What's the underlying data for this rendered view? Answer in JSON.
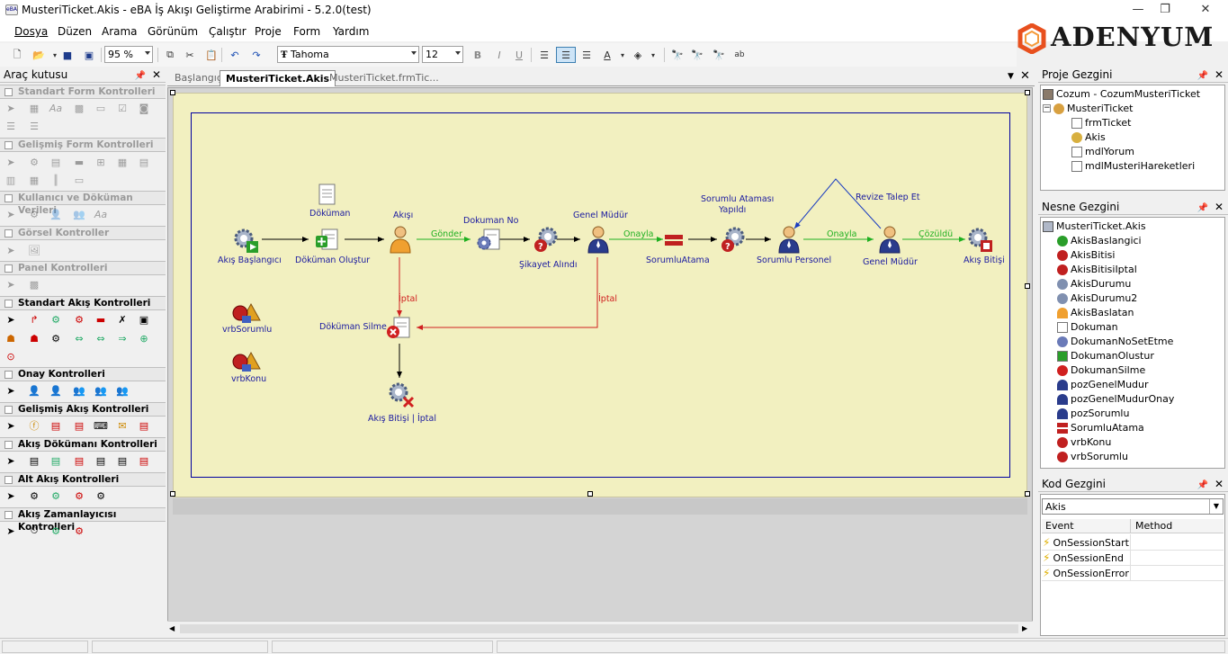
{
  "window": {
    "title": "MusteriTicket.Akis - eBA İş Akışı Geliştirme Arabirimi - 5.2.0(test)",
    "app_icon": "eBA",
    "buttons": {
      "minimize": "—",
      "restore": "❐",
      "close": "✕"
    }
  },
  "menu": [
    "Dosya",
    "Düzen",
    "Arama",
    "Görünüm",
    "Çalıştır",
    "Proje",
    "Form",
    "Yardım"
  ],
  "logo": {
    "text": "ADENYUM",
    "color": "#e8501e"
  },
  "toolbar": {
    "zoom": "95 %",
    "font": "Tahoma",
    "font_size": "12",
    "bold": "B",
    "italic": "I",
    "underline": "U"
  },
  "toolbox": {
    "title": "Araç kutusu",
    "groups": [
      {
        "label": "Standart Form Kontrolleri"
      },
      {
        "label": "Gelişmiş Form Kontrolleri"
      },
      {
        "label": "Kullanıcı ve Döküman Verileri"
      },
      {
        "label": "Görsel Kontroller"
      },
      {
        "label": "Panel Kontrolleri"
      },
      {
        "label": "Standart Akış Kontrolleri"
      },
      {
        "label": "Onay Kontrolleri"
      },
      {
        "label": "Gelişmiş Akış Kontrolleri"
      },
      {
        "label": "Akış Dökümanı Kontrolleri"
      },
      {
        "label": "Alt Akış Kontrolleri"
      },
      {
        "label": "Akış Zamanlayıcısı Kontrolleri"
      }
    ]
  },
  "tabs": [
    {
      "label": "Başlangıç"
    },
    {
      "label": "MusteriTicket.Akis"
    },
    {
      "label": "MusteriTicket.frmTic..."
    }
  ],
  "flow": {
    "nodes": {
      "akis_baslangici": "Akış Başlangıcı",
      "dokuman": "Döküman",
      "dokuman_olustur": "Döküman Oluştur",
      "akisi": "Akışı",
      "dokuman_no": "Dokuman No",
      "sikayet_alindi": "Şikayet Alındı",
      "genel_mudur1": "Genel Müdür",
      "sorumlu_atama": "SorumluAtama",
      "sorumlu_atamasi_yapildi_1": "Sorumlu Ataması",
      "sorumlu_atamasi_yapildi_2": "Yapıldı",
      "sorumlu_personel": "Sorumlu Personel",
      "genel_mudur2": "Genel Müdür",
      "akis_bitisi": "Akış Bitişi",
      "dokuman_silme": "Döküman Silme",
      "akis_bitisi_iptal": "Akış Bitişi | İptal",
      "vrb_sorumlu": "vrbSorumlu",
      "vrb_konu": "vrbKonu"
    },
    "edges": {
      "gonder": "Gönder",
      "onayla1": "Onayla",
      "onayla2": "Onayla",
      "cozuldu": "Çözüldü",
      "iptal1": "İptal",
      "iptal2": "İptal",
      "revize": "Revize Talep Et"
    }
  },
  "project_explorer": {
    "title": "Proje Gezgini",
    "items": [
      "Cozum - CozumMusteriTicket",
      "MusteriTicket",
      "frmTicket",
      "Akis",
      "mdlYorum",
      "mdlMusteriHareketleri"
    ]
  },
  "object_explorer": {
    "title": "Nesne Gezgini",
    "root": "MusteriTicket.Akis",
    "items": [
      "AkisBaslangici",
      "AkisBitisi",
      "AkisBitisiIptal",
      "AkisDurumu",
      "AkisDurumu2",
      "AkisBaslatan",
      "Dokuman",
      "DokumanNoSetEtme",
      "DokumanOlustur",
      "DokumanSilme",
      "pozGenelMudur",
      "pozGenelMudurOnay",
      "pozSorumlu",
      "SorumluAtama",
      "vrbKonu",
      "vrbSorumlu"
    ]
  },
  "code_explorer": {
    "title": "Kod Gezgini",
    "selected": "Akis",
    "columns": [
      "Event",
      "Method"
    ],
    "events": [
      "OnSessionStart",
      "OnSessionEnd",
      "OnSessionError"
    ]
  }
}
